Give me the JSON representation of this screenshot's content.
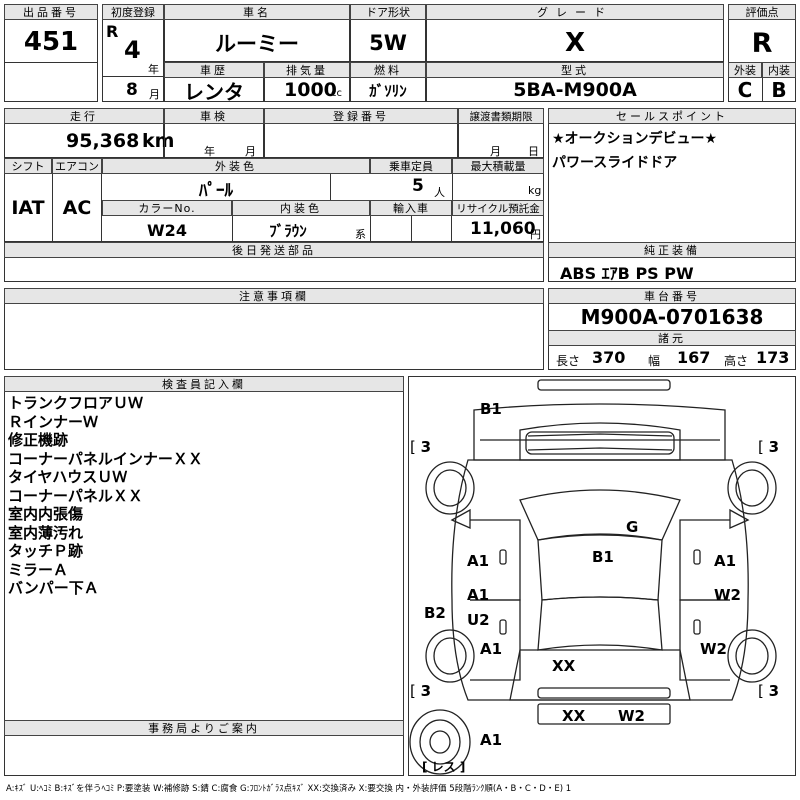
{
  "headers": {
    "lot_no": "出品番号",
    "first_reg": "初度登録",
    "car_name": "車名",
    "door": "ドア形状",
    "grade": "グレード",
    "score": "評価点",
    "car_history": "車歴",
    "displacement": "排気量",
    "fuel": "燃料",
    "model_code": "型式",
    "exterior": "外装",
    "interior": "内装",
    "mileage": "走行",
    "inspection": "車検",
    "reg_no": "登録番号",
    "transfer_doc": "譲渡書類期限",
    "sales_points": "セールスポイント",
    "shift": "シフト",
    "aircon": "エアコン",
    "ext_color": "外装色",
    "capacity": "乗車定員",
    "max_load": "最大積載量",
    "color_no": "カラーNo.",
    "int_color": "内装色",
    "import": "輸入車",
    "recycle": "リサイクル預託金",
    "later_parts": "後日発送部品",
    "genuine_equipment": "純正装備",
    "notes": "注意事項欄",
    "chassis_no": "車台番号",
    "specs": "諸元",
    "inspector": "検査員記入欄",
    "office": "事務局よりご案内"
  },
  "vehicle": {
    "lot_no": "451",
    "era": "R",
    "year": "4",
    "year_unit": "年",
    "month": "8",
    "month_unit": "月",
    "name": "ルーミー",
    "doors": "5W",
    "grade": "X",
    "score": "R",
    "history": "レンタ",
    "displacement": "1000",
    "displacement_unit": "cc",
    "fuel": "ｶﾞｿﾘﾝ",
    "model_code": "5BA-M900A",
    "exterior_grade": "C",
    "interior_grade": "B",
    "mileage": "95,368",
    "mileage_unit": "km",
    "insp_year_unit": "年",
    "insp_month_unit": "月",
    "doc_month_unit": "月",
    "doc_day_unit": "日",
    "shift": "IAT",
    "aircon": "AC",
    "ext_color": "ﾊﾟｰﾙ",
    "capacity": "5",
    "capacity_unit": "人",
    "load_unit": "kg",
    "color_no": "W24",
    "int_color": "ﾌﾞﾗｳﾝ",
    "int_color_unit": "系",
    "recycle": "11,060",
    "recycle_unit": "円",
    "chassis_no": "M900A-0701638",
    "length_label": "長さ",
    "length": "370",
    "width_label": "幅",
    "width": "167",
    "height_label": "高さ",
    "height": "173"
  },
  "sales_points": [
    "★オークションデビュー★",
    "パワースライドドア"
  ],
  "equipment": "ABS ｴｱB PS PW",
  "inspector_notes": [
    "トランクフロアＵＷ",
    "ＲインナーＷ",
    "修正機跡",
    "コーナーパネルインナーＸＸ",
    "タイヤハウスＵＷ",
    "コーナーパネルＸＸ",
    "室内内張傷",
    "室内薄汚れ",
    "タッチＰ跡",
    "ミラーＡ",
    "バンパー下Ａ"
  ],
  "diagram": {
    "tire_tread": "3",
    "spare_tire": "レス",
    "marks": [
      "B1",
      "G",
      "B1",
      "A1",
      "A1",
      "A1",
      "W2",
      "U2",
      "B2",
      "A1",
      "W2",
      "XX",
      "XX",
      "W2",
      "A1"
    ]
  },
  "legend": "A:ｷｽﾞ U:ﾍｺﾐ B:ｷｽﾞを伴うﾍｺﾐ P:要塗装 W:補修跡 S:錆 C:腐食 G:ﾌﾛﾝﾄｶﾞﾗｽ点ｷｽﾞ XX:交換済み X:要交換 内・外装評価 5段階ﾗﾝｸ順(A・B・C・D・E) 1"
}
